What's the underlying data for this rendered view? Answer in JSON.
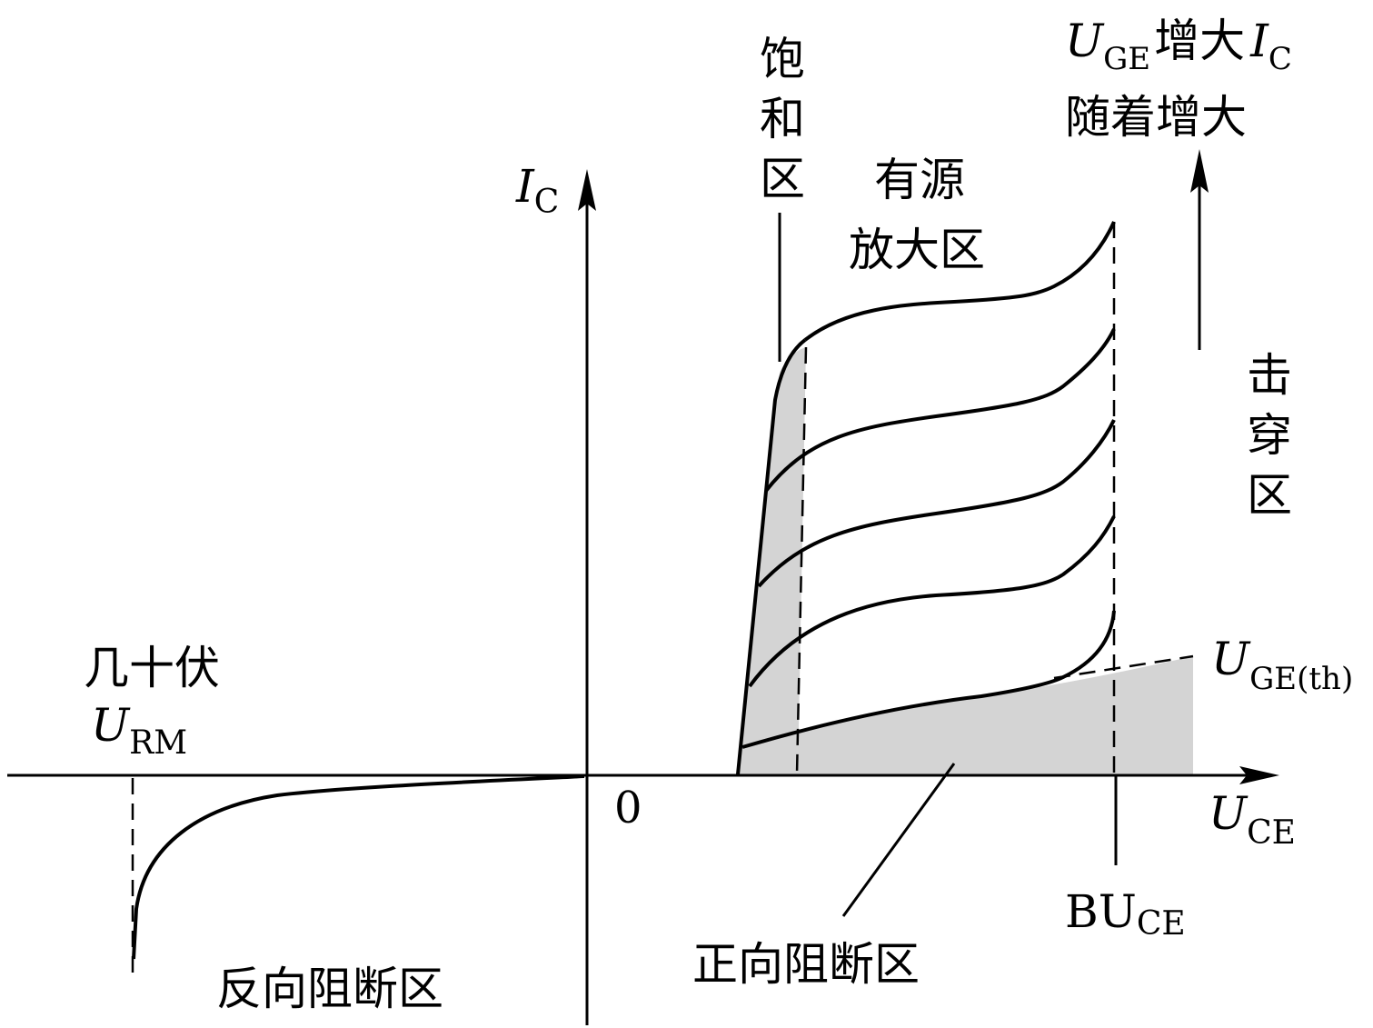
{
  "axes": {
    "y_main": "I",
    "y_sub": "C",
    "x_main": "U",
    "x_sub": "CE",
    "origin": "0"
  },
  "regions": {
    "saturation": [
      "饱",
      "和",
      "区"
    ],
    "active_line1": "有源",
    "active_line2": "放大区",
    "breakdown": [
      "击",
      "穿",
      "区"
    ],
    "forward_block": "正向阻断区",
    "reverse_block": "反向阻断区"
  },
  "annotations": {
    "uge_trend_u": "U",
    "uge_trend_sub": "GE",
    "uge_trend_mid": "增大",
    "uge_trend_i": "I",
    "uge_trend_isub": "C",
    "uge_trend_line2": "随着增大",
    "threshold_main": "U",
    "threshold_sub": "GE(th)",
    "reverse_voltage_note": "几十伏",
    "urm_main": "U",
    "urm_sub": "RM",
    "bu_main": "BU",
    "bu_sub": "CE"
  },
  "colors": {
    "stroke": "#000000",
    "shade": "#d4d4d4"
  }
}
